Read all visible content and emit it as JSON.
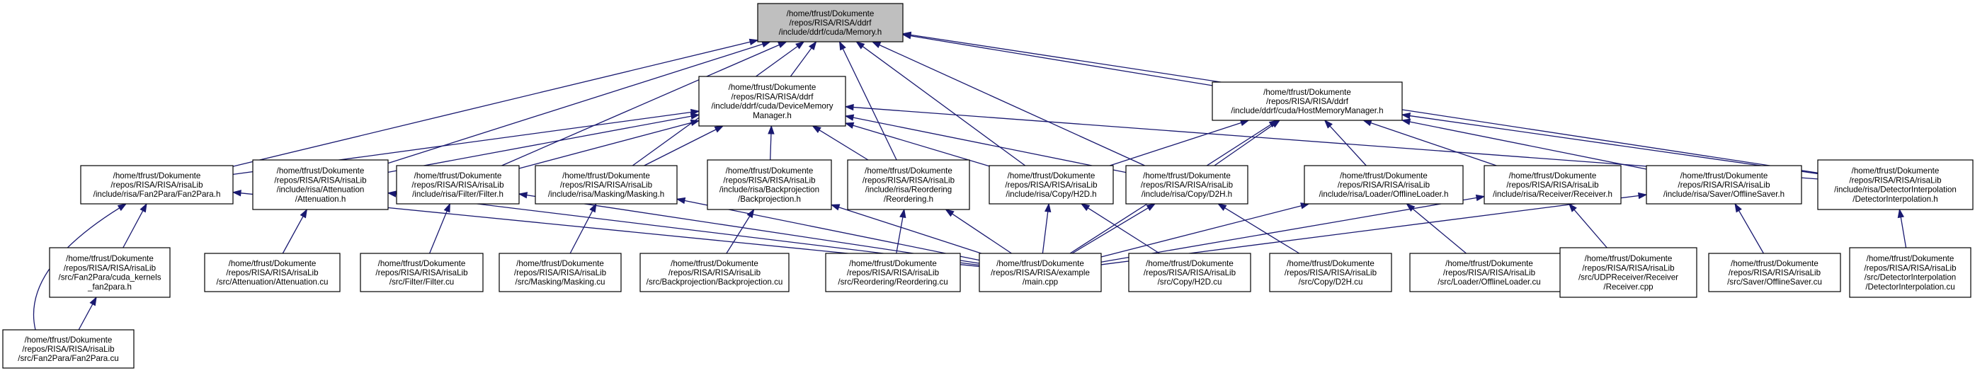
{
  "diagram": {
    "title": "",
    "colors": {
      "root_fill": "#bfbfbf",
      "node_fill": "#ffffff",
      "border": "#000000",
      "edge": "#191970"
    },
    "nodes": [
      {
        "id": "memory",
        "root": true,
        "lines": [
          "/home/tfrust/Dokumente",
          "/repos/RISA/RISA/ddrf",
          "/include/ddrf/cuda/Memory.h"
        ]
      },
      {
        "id": "devmem",
        "lines": [
          "/home/tfrust/Dokumente",
          "/repos/RISA/RISA/ddrf",
          "/include/ddrf/cuda/DeviceMemory",
          "Manager.h"
        ]
      },
      {
        "id": "hostmem",
        "lines": [
          "/home/tfrust/Dokumente",
          "/repos/RISA/RISA/ddrf",
          "/include/ddrf/cuda/HostMemoryManager.h"
        ]
      },
      {
        "id": "fan2para_h",
        "lines": [
          "/home/tfrust/Dokumente",
          "/repos/RISA/RISA/risaLib",
          "/include/risa/Fan2Para/Fan2Para.h"
        ]
      },
      {
        "id": "atten_h",
        "lines": [
          "/home/tfrust/Dokumente",
          "/repos/RISA/RISA/risaLib",
          "/include/risa/Attenuation",
          "/Attenuation.h"
        ]
      },
      {
        "id": "filter_h",
        "lines": [
          "/home/tfrust/Dokumente",
          "/repos/RISA/RISA/risaLib",
          "/include/risa/Filter/Filter.h"
        ]
      },
      {
        "id": "masking_h",
        "lines": [
          "/home/tfrust/Dokumente",
          "/repos/RISA/RISA/risaLib",
          "/include/risa/Masking/Masking.h"
        ]
      },
      {
        "id": "backproj_h",
        "lines": [
          "/home/tfrust/Dokumente",
          "/repos/RISA/RISA/risaLib",
          "/include/risa/Backprojection",
          "/Backprojection.h"
        ]
      },
      {
        "id": "reorder_h",
        "lines": [
          "/home/tfrust/Dokumente",
          "/repos/RISA/RISA/risaLib",
          "/include/risa/Reordering",
          "/Reordering.h"
        ]
      },
      {
        "id": "h2d_h",
        "lines": [
          "/home/tfrust/Dokumente",
          "/repos/RISA/RISA/risaLib",
          "/include/risa/Copy/H2D.h"
        ]
      },
      {
        "id": "d2h_h",
        "lines": [
          "/home/tfrust/Dokumente",
          "/repos/RISA/RISA/risaLib",
          "/include/risa/Copy/D2H.h"
        ]
      },
      {
        "id": "loader_h",
        "lines": [
          "/home/tfrust/Dokumente",
          "/repos/RISA/RISA/risaLib",
          "/include/risa/Loader/OfflineLoader.h"
        ]
      },
      {
        "id": "receiver_h",
        "lines": [
          "/home/tfrust/Dokumente",
          "/repos/RISA/RISA/risaLib",
          "/include/risa/Receiver/Receiver.h"
        ]
      },
      {
        "id": "saver_h",
        "lines": [
          "/home/tfrust/Dokumente",
          "/repos/RISA/RISA/risaLib",
          "/include/risa/Saver/OfflineSaver.h"
        ]
      },
      {
        "id": "detint_h",
        "lines": [
          "/home/tfrust/Dokumente",
          "/repos/RISA/RISA/risaLib",
          "/include/risa/DetectorInterpolation",
          "/DetectorInterpolation.h"
        ]
      },
      {
        "id": "cuda_kernels",
        "lines": [
          "/home/tfrust/Dokumente",
          "/repos/RISA/RISA/risaLib",
          "/src/Fan2Para/cuda_kernels",
          "_fan2para.h"
        ]
      },
      {
        "id": "atten_cu",
        "lines": [
          "/home/tfrust/Dokumente",
          "/repos/RISA/RISA/risaLib",
          "/src/Attenuation/Attenuation.cu"
        ]
      },
      {
        "id": "filter_cu",
        "lines": [
          "/home/tfrust/Dokumente",
          "/repos/RISA/RISA/risaLib",
          "/src/Filter/Filter.cu"
        ]
      },
      {
        "id": "masking_cu",
        "lines": [
          "/home/tfrust/Dokumente",
          "/repos/RISA/RISA/risaLib",
          "/src/Masking/Masking.cu"
        ]
      },
      {
        "id": "backproj_cu",
        "lines": [
          "/home/tfrust/Dokumente",
          "/repos/RISA/RISA/risaLib",
          "/src/Backprojection/Backprojection.cu"
        ]
      },
      {
        "id": "reorder_cu",
        "lines": [
          "/home/tfrust/Dokumente",
          "/repos/RISA/RISA/risaLib",
          "/src/Reordering/Reordering.cu"
        ]
      },
      {
        "id": "main_cpp",
        "lines": [
          "/home/tfrust/Dokumente",
          "/repos/RISA/RISA/example",
          "/main.cpp"
        ]
      },
      {
        "id": "h2d_cu",
        "lines": [
          "/home/tfrust/Dokumente",
          "/repos/RISA/RISA/risaLib",
          "/src/Copy/H2D.cu"
        ]
      },
      {
        "id": "d2h_cu",
        "lines": [
          "/home/tfrust/Dokumente",
          "/repos/RISA/RISA/risaLib",
          "/src/Copy/D2H.cu"
        ]
      },
      {
        "id": "loader_cu",
        "lines": [
          "/home/tfrust/Dokumente",
          "/repos/RISA/RISA/risaLib",
          "/src/Loader/OfflineLoader.cu"
        ]
      },
      {
        "id": "udp_cpp",
        "lines": [
          "/home/tfrust/Dokumente",
          "/repos/RISA/RISA/risaLib",
          "/src/UDPReceiver/Receiver",
          "/Receiver.cpp"
        ]
      },
      {
        "id": "saver_cu",
        "lines": [
          "/home/tfrust/Dokumente",
          "/repos/RISA/RISA/risaLib",
          "/src/Saver/OfflineSaver.cu"
        ]
      },
      {
        "id": "detint_cu",
        "lines": [
          "/home/tfrust/Dokumente",
          "/repos/RISA/RISA/risaLib",
          "/src/DetectorInterpolation",
          "/DetectorInterpolation.cu"
        ]
      },
      {
        "id": "fan2para_cu",
        "lines": [
          "/home/tfrust/Dokumente",
          "/repos/RISA/RISA/risaLib",
          "/src/Fan2Para/Fan2Para.cu"
        ]
      }
    ],
    "edges": [
      {
        "from": "devmem",
        "to": "memory"
      },
      {
        "from": "hostmem",
        "to": "memory"
      },
      {
        "from": "fan2para_h",
        "to": "memory"
      },
      {
        "from": "atten_h",
        "to": "memory"
      },
      {
        "from": "filter_h",
        "to": "memory"
      },
      {
        "from": "masking_h",
        "to": "memory"
      },
      {
        "from": "reorder_h",
        "to": "memory"
      },
      {
        "from": "h2d_h",
        "to": "memory"
      },
      {
        "from": "d2h_h",
        "to": "memory"
      },
      {
        "from": "detint_h",
        "to": "memory"
      },
      {
        "from": "fan2para_h",
        "to": "devmem"
      },
      {
        "from": "atten_h",
        "to": "devmem"
      },
      {
        "from": "filter_h",
        "to": "devmem"
      },
      {
        "from": "masking_h",
        "to": "devmem"
      },
      {
        "from": "backproj_h",
        "to": "devmem"
      },
      {
        "from": "reorder_h",
        "to": "devmem"
      },
      {
        "from": "h2d_h",
        "to": "devmem"
      },
      {
        "from": "d2h_h",
        "to": "devmem"
      },
      {
        "from": "detint_h",
        "to": "devmem"
      },
      {
        "from": "h2d_h",
        "to": "hostmem"
      },
      {
        "from": "d2h_h",
        "to": "hostmem"
      },
      {
        "from": "loader_h",
        "to": "hostmem"
      },
      {
        "from": "receiver_h",
        "to": "hostmem"
      },
      {
        "from": "saver_h",
        "to": "hostmem"
      },
      {
        "from": "detint_h",
        "to": "hostmem"
      },
      {
        "from": "main_cpp",
        "to": "hostmem"
      },
      {
        "from": "cuda_kernels",
        "to": "fan2para_h"
      },
      {
        "from": "fan2para_cu",
        "to": "fan2para_h"
      },
      {
        "from": "main_cpp",
        "to": "fan2para_h"
      },
      {
        "from": "atten_cu",
        "to": "atten_h"
      },
      {
        "from": "main_cpp",
        "to": "atten_h"
      },
      {
        "from": "filter_cu",
        "to": "filter_h"
      },
      {
        "from": "main_cpp",
        "to": "filter_h"
      },
      {
        "from": "masking_cu",
        "to": "masking_h"
      },
      {
        "from": "main_cpp",
        "to": "masking_h"
      },
      {
        "from": "backproj_cu",
        "to": "backproj_h"
      },
      {
        "from": "main_cpp",
        "to": "backproj_h"
      },
      {
        "from": "reorder_cu",
        "to": "reorder_h"
      },
      {
        "from": "main_cpp",
        "to": "reorder_h"
      },
      {
        "from": "main_cpp",
        "to": "h2d_h"
      },
      {
        "from": "h2d_cu",
        "to": "h2d_h"
      },
      {
        "from": "main_cpp",
        "to": "d2h_h"
      },
      {
        "from": "d2h_cu",
        "to": "d2h_h"
      },
      {
        "from": "main_cpp",
        "to": "loader_h"
      },
      {
        "from": "loader_cu",
        "to": "loader_h"
      },
      {
        "from": "main_cpp",
        "to": "receiver_h"
      },
      {
        "from": "udp_cpp",
        "to": "receiver_h"
      },
      {
        "from": "main_cpp",
        "to": "saver_h"
      },
      {
        "from": "saver_cu",
        "to": "saver_h"
      },
      {
        "from": "detint_cu",
        "to": "detint_h"
      },
      {
        "from": "fan2para_cu",
        "to": "cuda_kernels"
      }
    ]
  }
}
